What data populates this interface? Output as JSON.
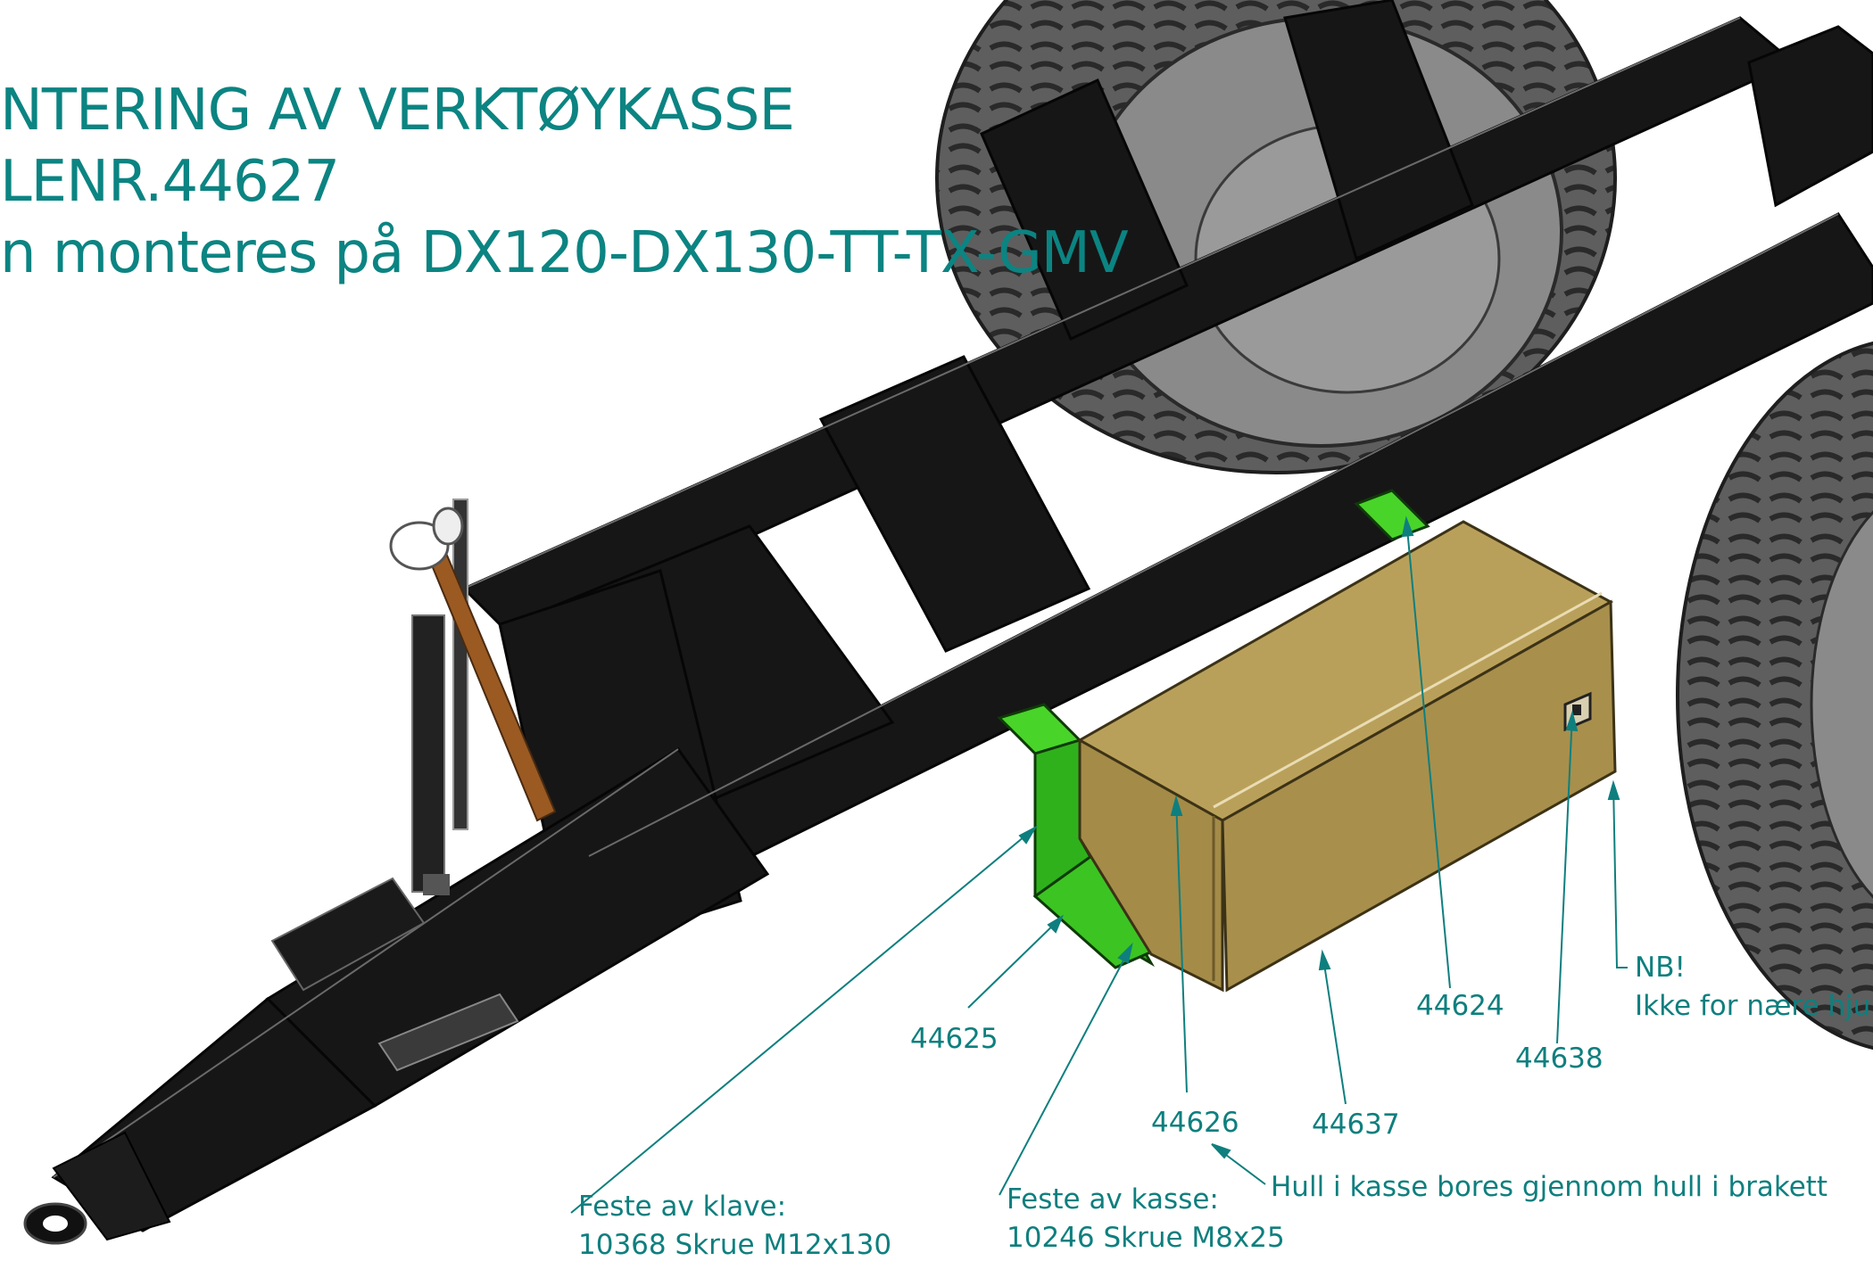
{
  "title": {
    "line1": "NTERING AV VERKTØYKASSE",
    "line2": "LENR.44627",
    "line3": "n monteres på  DX120-DX130-TT-TX-GMV"
  },
  "callouts": {
    "p44625": "44625",
    "p44626": "44626",
    "p44637": "44637",
    "p44624": "44624",
    "p44638": "44638"
  },
  "notes": {
    "nb_title": "NB!",
    "nb_text": "Ikke for nære hjul.",
    "hole_note": "Hull i kasse bores gjennom hull i brakett",
    "clamp_title": "Feste av klave:",
    "clamp_screw": "10368 Skrue M12x130",
    "box_title": "Feste av kasse:",
    "box_screw": "10246 Skrue M8x25"
  },
  "colors": {
    "accent_teal": "#0b8482",
    "frame_black": "#161616",
    "toolbox_tan": "#a88f4c",
    "bracket_green": "#2fb11c",
    "tire_gray": "#5e5e5e",
    "tow_handle_brown": "#9a5a22"
  }
}
